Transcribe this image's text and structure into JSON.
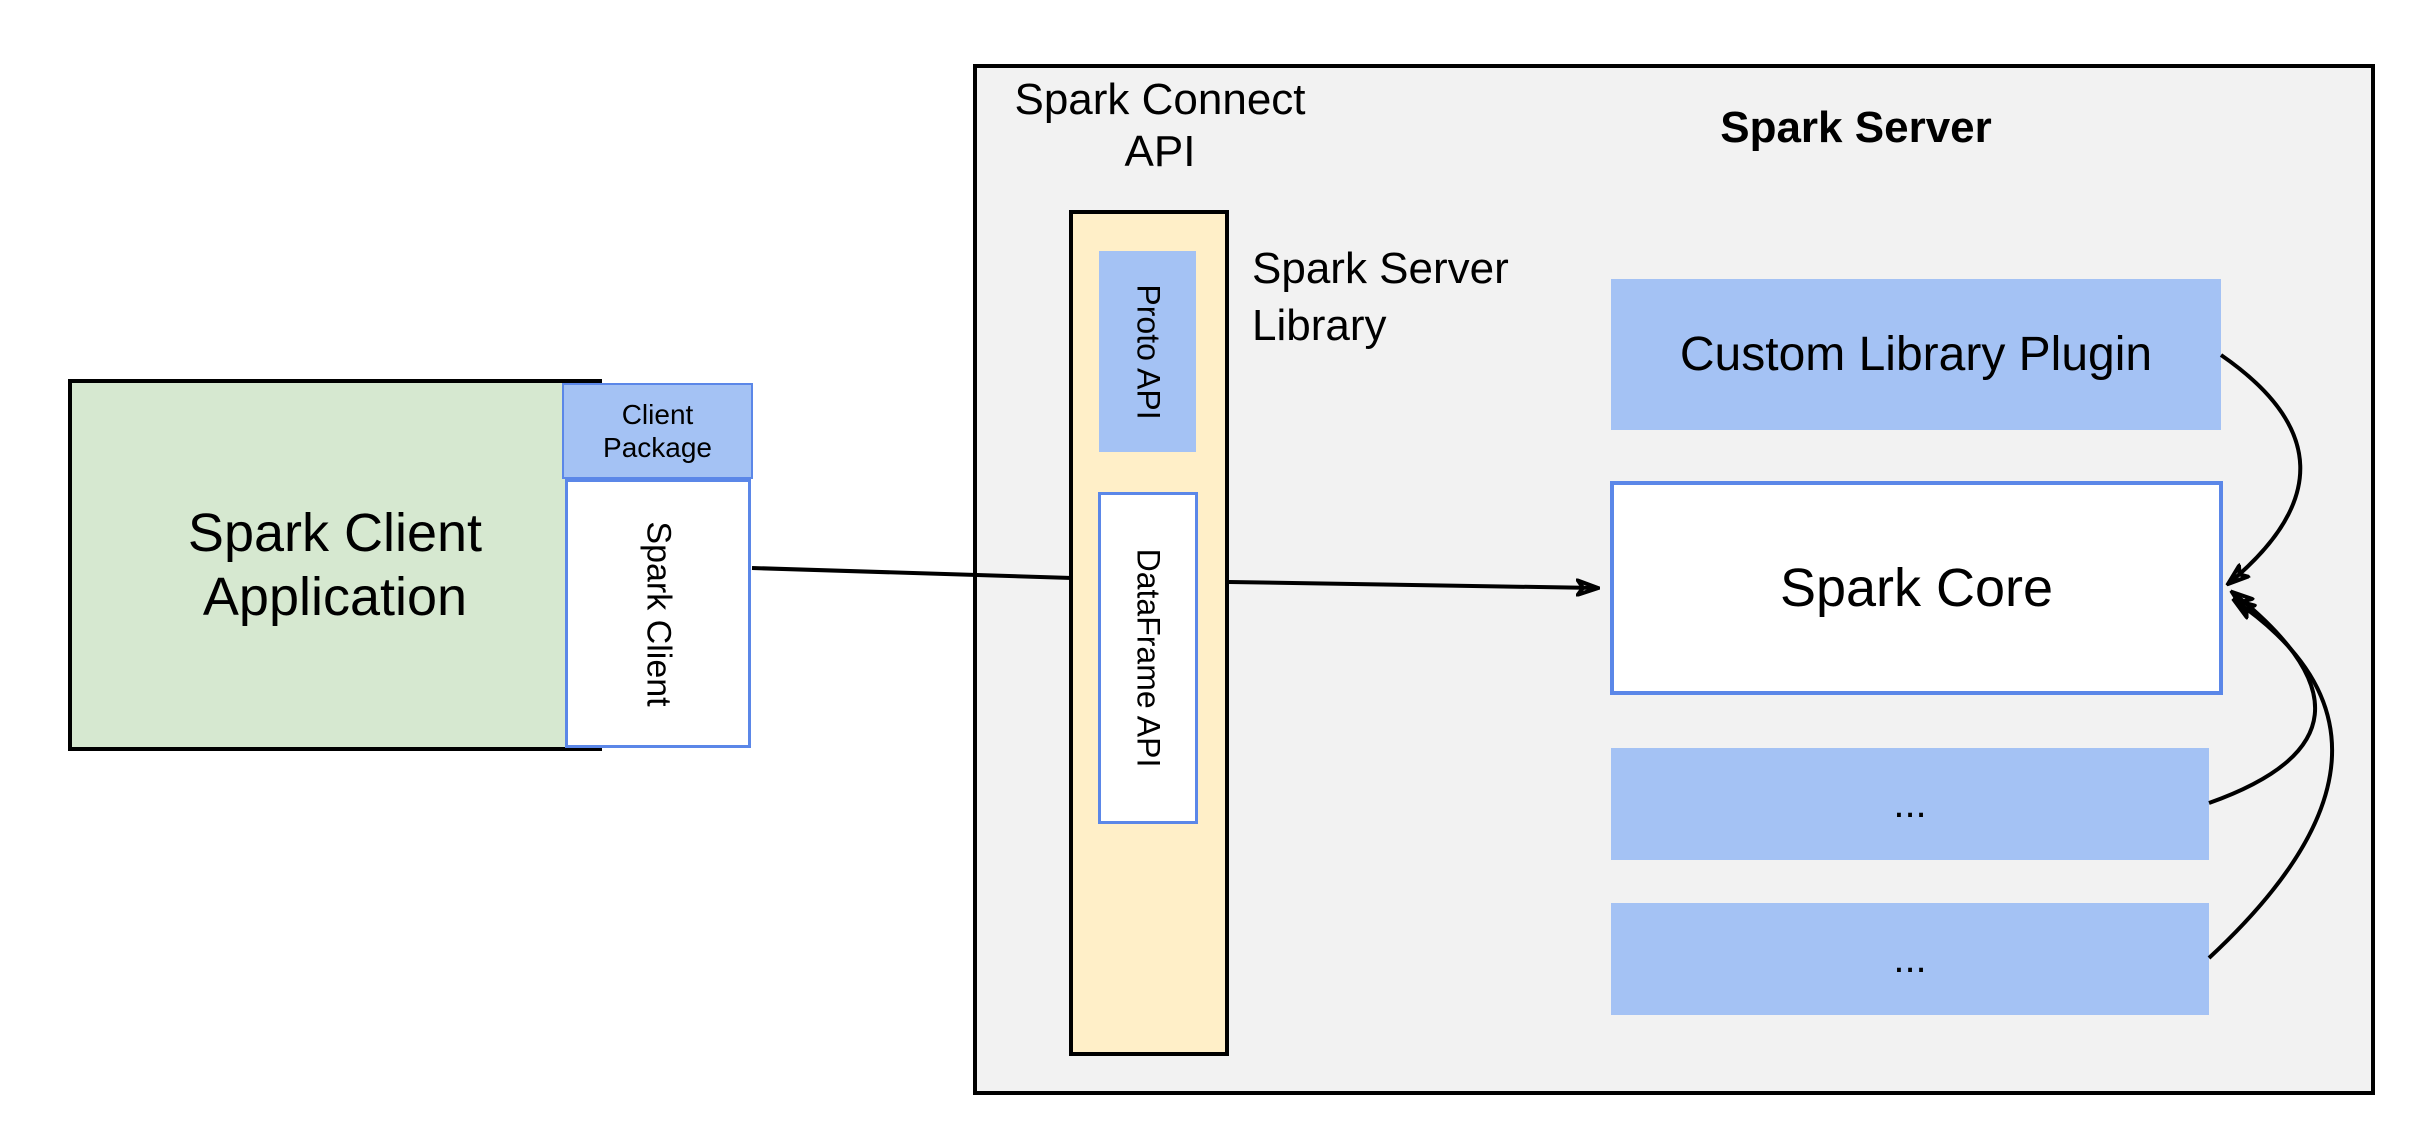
{
  "diagram": {
    "client_app": {
      "line1": "Spark Client",
      "line2": "Application"
    },
    "client_package": {
      "line1": "Client",
      "line2": "Package"
    },
    "spark_client": {
      "label": "Spark Client"
    },
    "connect_api_title": {
      "line1": "Spark Connect",
      "line2": "API"
    },
    "proto_api": {
      "label": "Proto API"
    },
    "dataframe_api": {
      "label": "DataFrame API"
    },
    "server_library_label": {
      "line1": "Spark Server",
      "line2": "Library"
    },
    "spark_server_title": "Spark Server",
    "custom_plugin": {
      "label": "Custom Library Plugin"
    },
    "spark_core": {
      "label": "Spark Core"
    },
    "plugin_slot_1": {
      "label": "..."
    },
    "plugin_slot_2": {
      "label": "..."
    }
  },
  "colors": {
    "green-fill": "#d6e8d0",
    "blue-fill": "#a4c2f4",
    "blue-border": "#5b87e8",
    "yellow-fill": "#ffefc8",
    "gray-fill": "#f2f2f2",
    "line": "#000000",
    "background": "#ffffff"
  }
}
